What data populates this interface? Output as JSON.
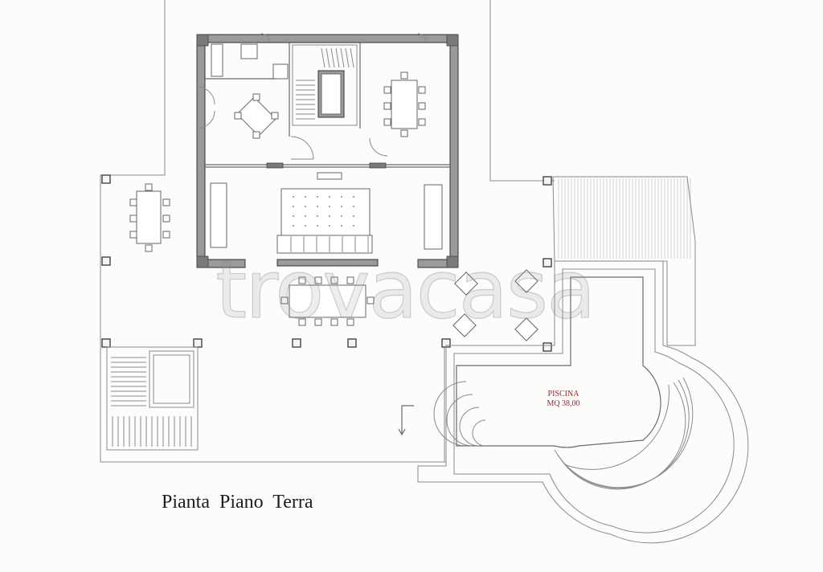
{
  "plan": {
    "title": "Pianta Piano Terra",
    "pool_label": "PISCINA",
    "pool_area": "MQ 38,00",
    "watermark": "trovacasa"
  },
  "colors": {
    "background": "#fcfcfb",
    "line": "#8a8a8a",
    "wall": "#7a7a7a",
    "pool_text": "#8b2b2b"
  }
}
